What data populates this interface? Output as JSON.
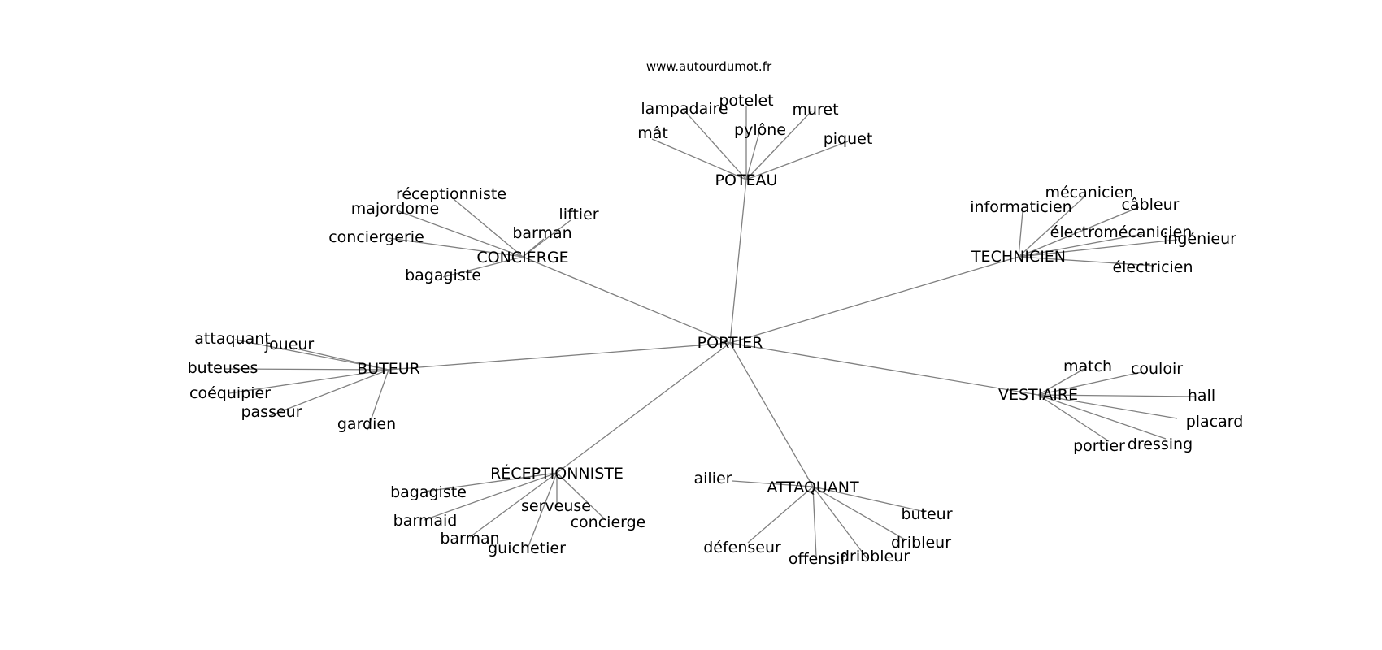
{
  "source_label": "www.autourdumot.fr",
  "graph": {
    "center": "PORTIER",
    "clusters": [
      {
        "hub": "POTEAU",
        "words": [
          "mât",
          "lampadaire",
          "potelet",
          "pylône",
          "muret",
          "piquet"
        ]
      },
      {
        "hub": "CONCIERGE",
        "words": [
          "réceptionniste",
          "majordome",
          "liftier",
          "barman",
          "conciergerie",
          "bagagiste"
        ]
      },
      {
        "hub": "TECHNICIEN",
        "words": [
          "informaticien",
          "mécanicien",
          "câbleur",
          "électromécanicien",
          "ingénieur",
          "électricien"
        ]
      },
      {
        "hub": "BUTEUR",
        "words": [
          "attaquant",
          "joueur",
          "buteuses",
          "coéquipier",
          "passeur",
          "gardien"
        ]
      },
      {
        "hub": "VESTIAIRE",
        "words": [
          "match",
          "couloir",
          "hall",
          "placard",
          "dressing",
          "portier"
        ]
      },
      {
        "hub": "RÉCEPTIONNISTE",
        "words": [
          "bagagiste",
          "barmaid",
          "barman",
          "guichetier",
          "serveuse",
          "concierge"
        ]
      },
      {
        "hub": "ATTAQUANT",
        "words": [
          "ailier",
          "défenseur",
          "offensif",
          "dribbleur",
          "dribleur",
          "buteur"
        ]
      }
    ]
  }
}
